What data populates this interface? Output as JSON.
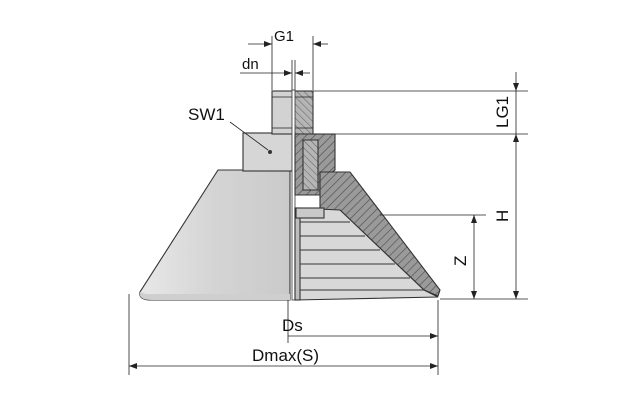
{
  "labels": {
    "g1": "G1",
    "dn": "dn",
    "sw1": "SW1",
    "lg1": "LG1",
    "h": "H",
    "z": "Z",
    "ds": "Ds",
    "dmax": "Dmax(S)"
  },
  "colors": {
    "body_fill": "#d0d0d0",
    "body_light": "#e4e4e4",
    "section_fill": "#b0b0b0",
    "line": "#222222"
  }
}
